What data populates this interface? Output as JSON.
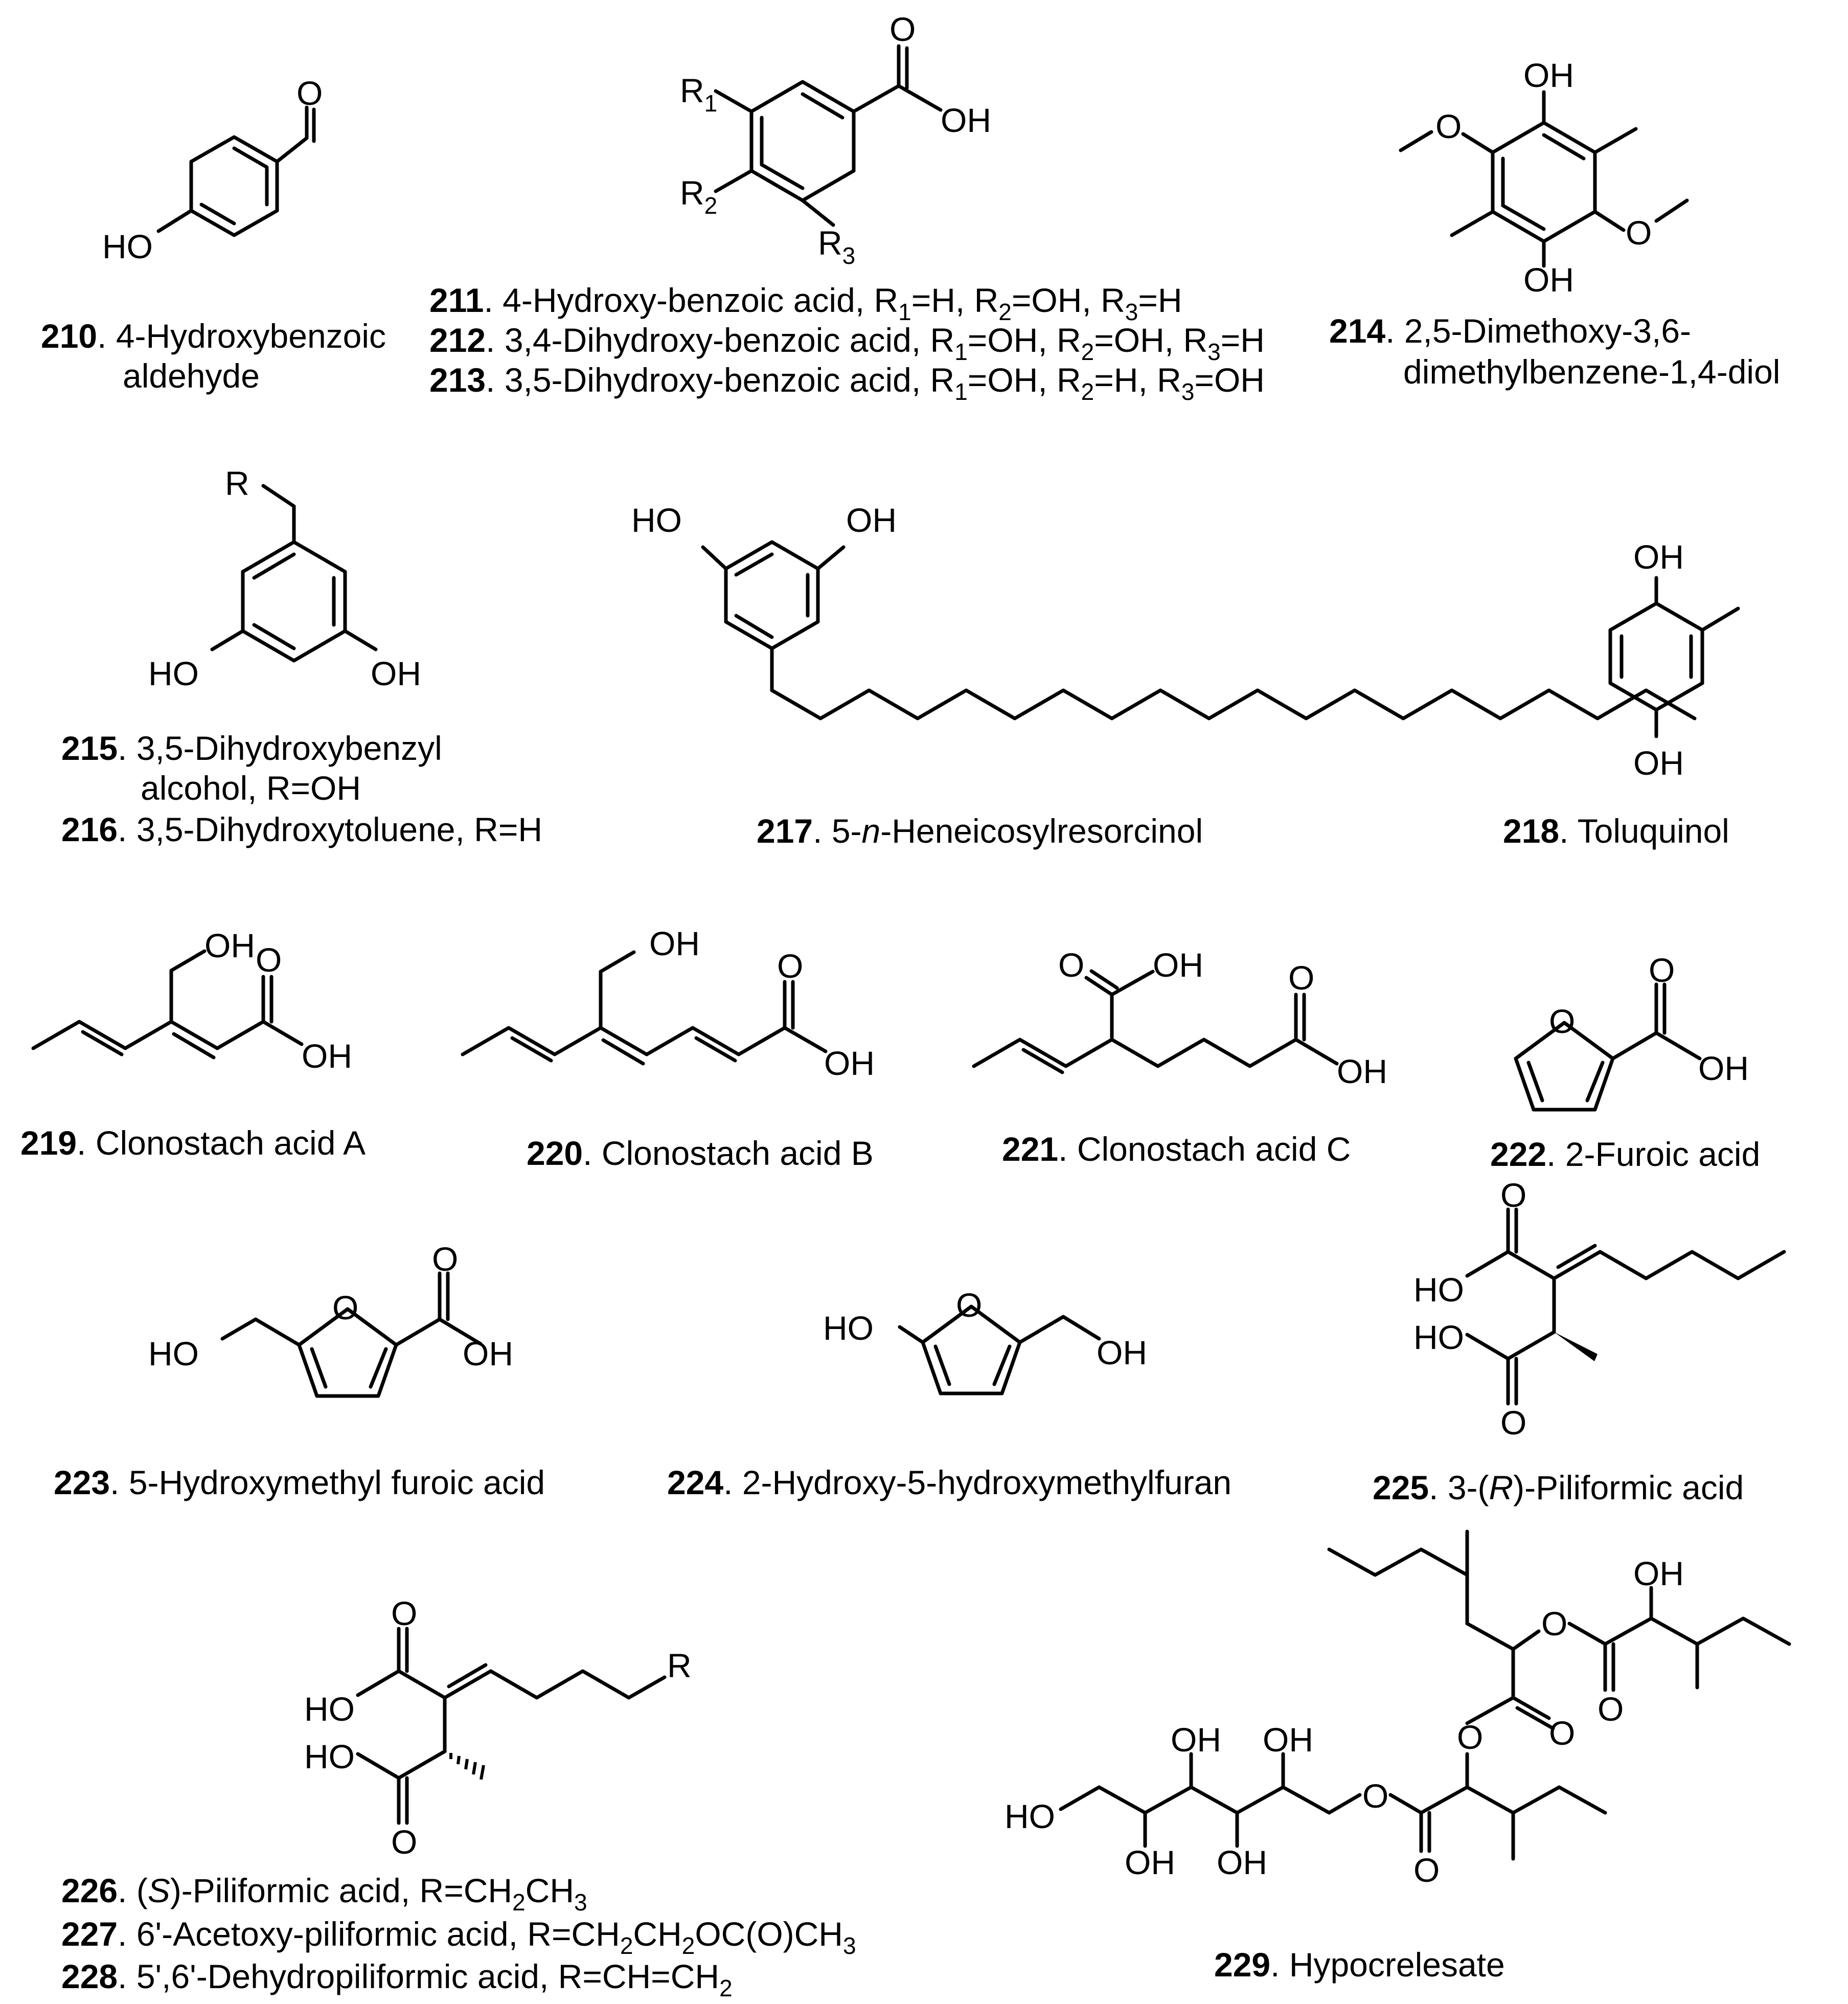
{
  "compounds": [
    {
      "num": "210",
      "name": "4-Hydroxybenzoic",
      "name2": "aldehyde"
    },
    {
      "num": "211",
      "name": "4-Hydroxy-benzoic acid, R",
      "parts": [
        "1",
        "=H, R",
        "2",
        "=OH, R",
        "3",
        "=H"
      ]
    },
    {
      "num": "212",
      "name": "3,4-Dihydroxy-benzoic acid, R",
      "parts": [
        "1",
        "=OH, R",
        "2",
        "=OH, R",
        "3",
        "=H"
      ]
    },
    {
      "num": "213",
      "name": "3,5-Dihydroxy-benzoic acid, R",
      "parts": [
        "1",
        "=OH, R",
        "2",
        "=H, R",
        "3",
        "=OH"
      ]
    },
    {
      "num": "214",
      "name": "2,5-Dimethoxy-3,6-",
      "name2": "dimethylbenzene-1,4-diol"
    },
    {
      "num": "215",
      "name": "3,5-Dihydroxybenzyl",
      "name2": "alcohol, R=OH"
    },
    {
      "num": "216",
      "name": "3,5-Dihydroxytoluene,  R=H"
    },
    {
      "num": "217",
      "name_a": "5-",
      "name_i": "n",
      "name_b": "-Heneicosylresorcinol"
    },
    {
      "num": "218",
      "name": "Toluquinol"
    },
    {
      "num": "219",
      "name": "Clonostach acid A"
    },
    {
      "num": "220",
      "name": "Clonostach acid B"
    },
    {
      "num": "221",
      "name": "Clonostach acid C"
    },
    {
      "num": "222",
      "name": "2-Furoic acid"
    },
    {
      "num": "223",
      "name": "5-Hydroxymethyl furoic acid"
    },
    {
      "num": "224",
      "name": "2-Hydroxy-5-hydroxymethylfuran"
    },
    {
      "num": "225",
      "name_a": "3-(",
      "name_i": "R",
      "name_b": ")-Piliformic acid"
    },
    {
      "num": "226",
      "name_a": "(",
      "name_i": "S",
      "name_b": ")-Piliformic acid, R=CH",
      "parts": [
        "2",
        "CH",
        "3"
      ]
    },
    {
      "num": "227",
      "name": "6'-Acetoxy-piliformic acid, R=CH",
      "parts": [
        "2",
        "CH",
        "2",
        "OC(O)CH",
        "3"
      ]
    },
    {
      "num": "228",
      "name": "5',6'-Dehydropiliformic acid, R=CH=CH",
      "parts": [
        "2"
      ]
    },
    {
      "num": "229",
      "name": "Hypocrelesate"
    }
  ],
  "atoms": {
    "O": "O",
    "OH": "OH",
    "HO": "HO",
    "R": "R",
    "R1": "R",
    "R2": "R",
    "R3": "R",
    "s1": "1",
    "s2": "2",
    "s3": "3"
  }
}
